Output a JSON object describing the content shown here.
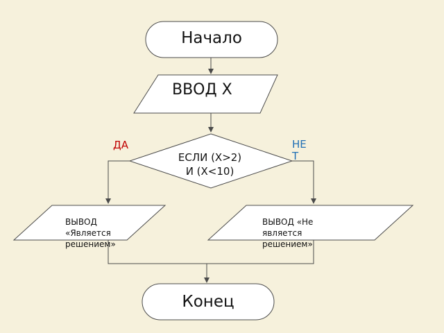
{
  "flowchart": {
    "start": "Начало",
    "input": "ВВОД Х",
    "condition": "ЕСЛИ (Х>2) И (Х<10)",
    "yes_label": "ДА",
    "no_label": "НЕТ",
    "output_yes": "ВЫВОД «Является решением»",
    "output_no": "ВЫВОД «Не является решением»",
    "end": "Конец"
  },
  "colors": {
    "background": "#f6f1dc",
    "yes": "#c00000",
    "no": "#1f6fb5"
  }
}
